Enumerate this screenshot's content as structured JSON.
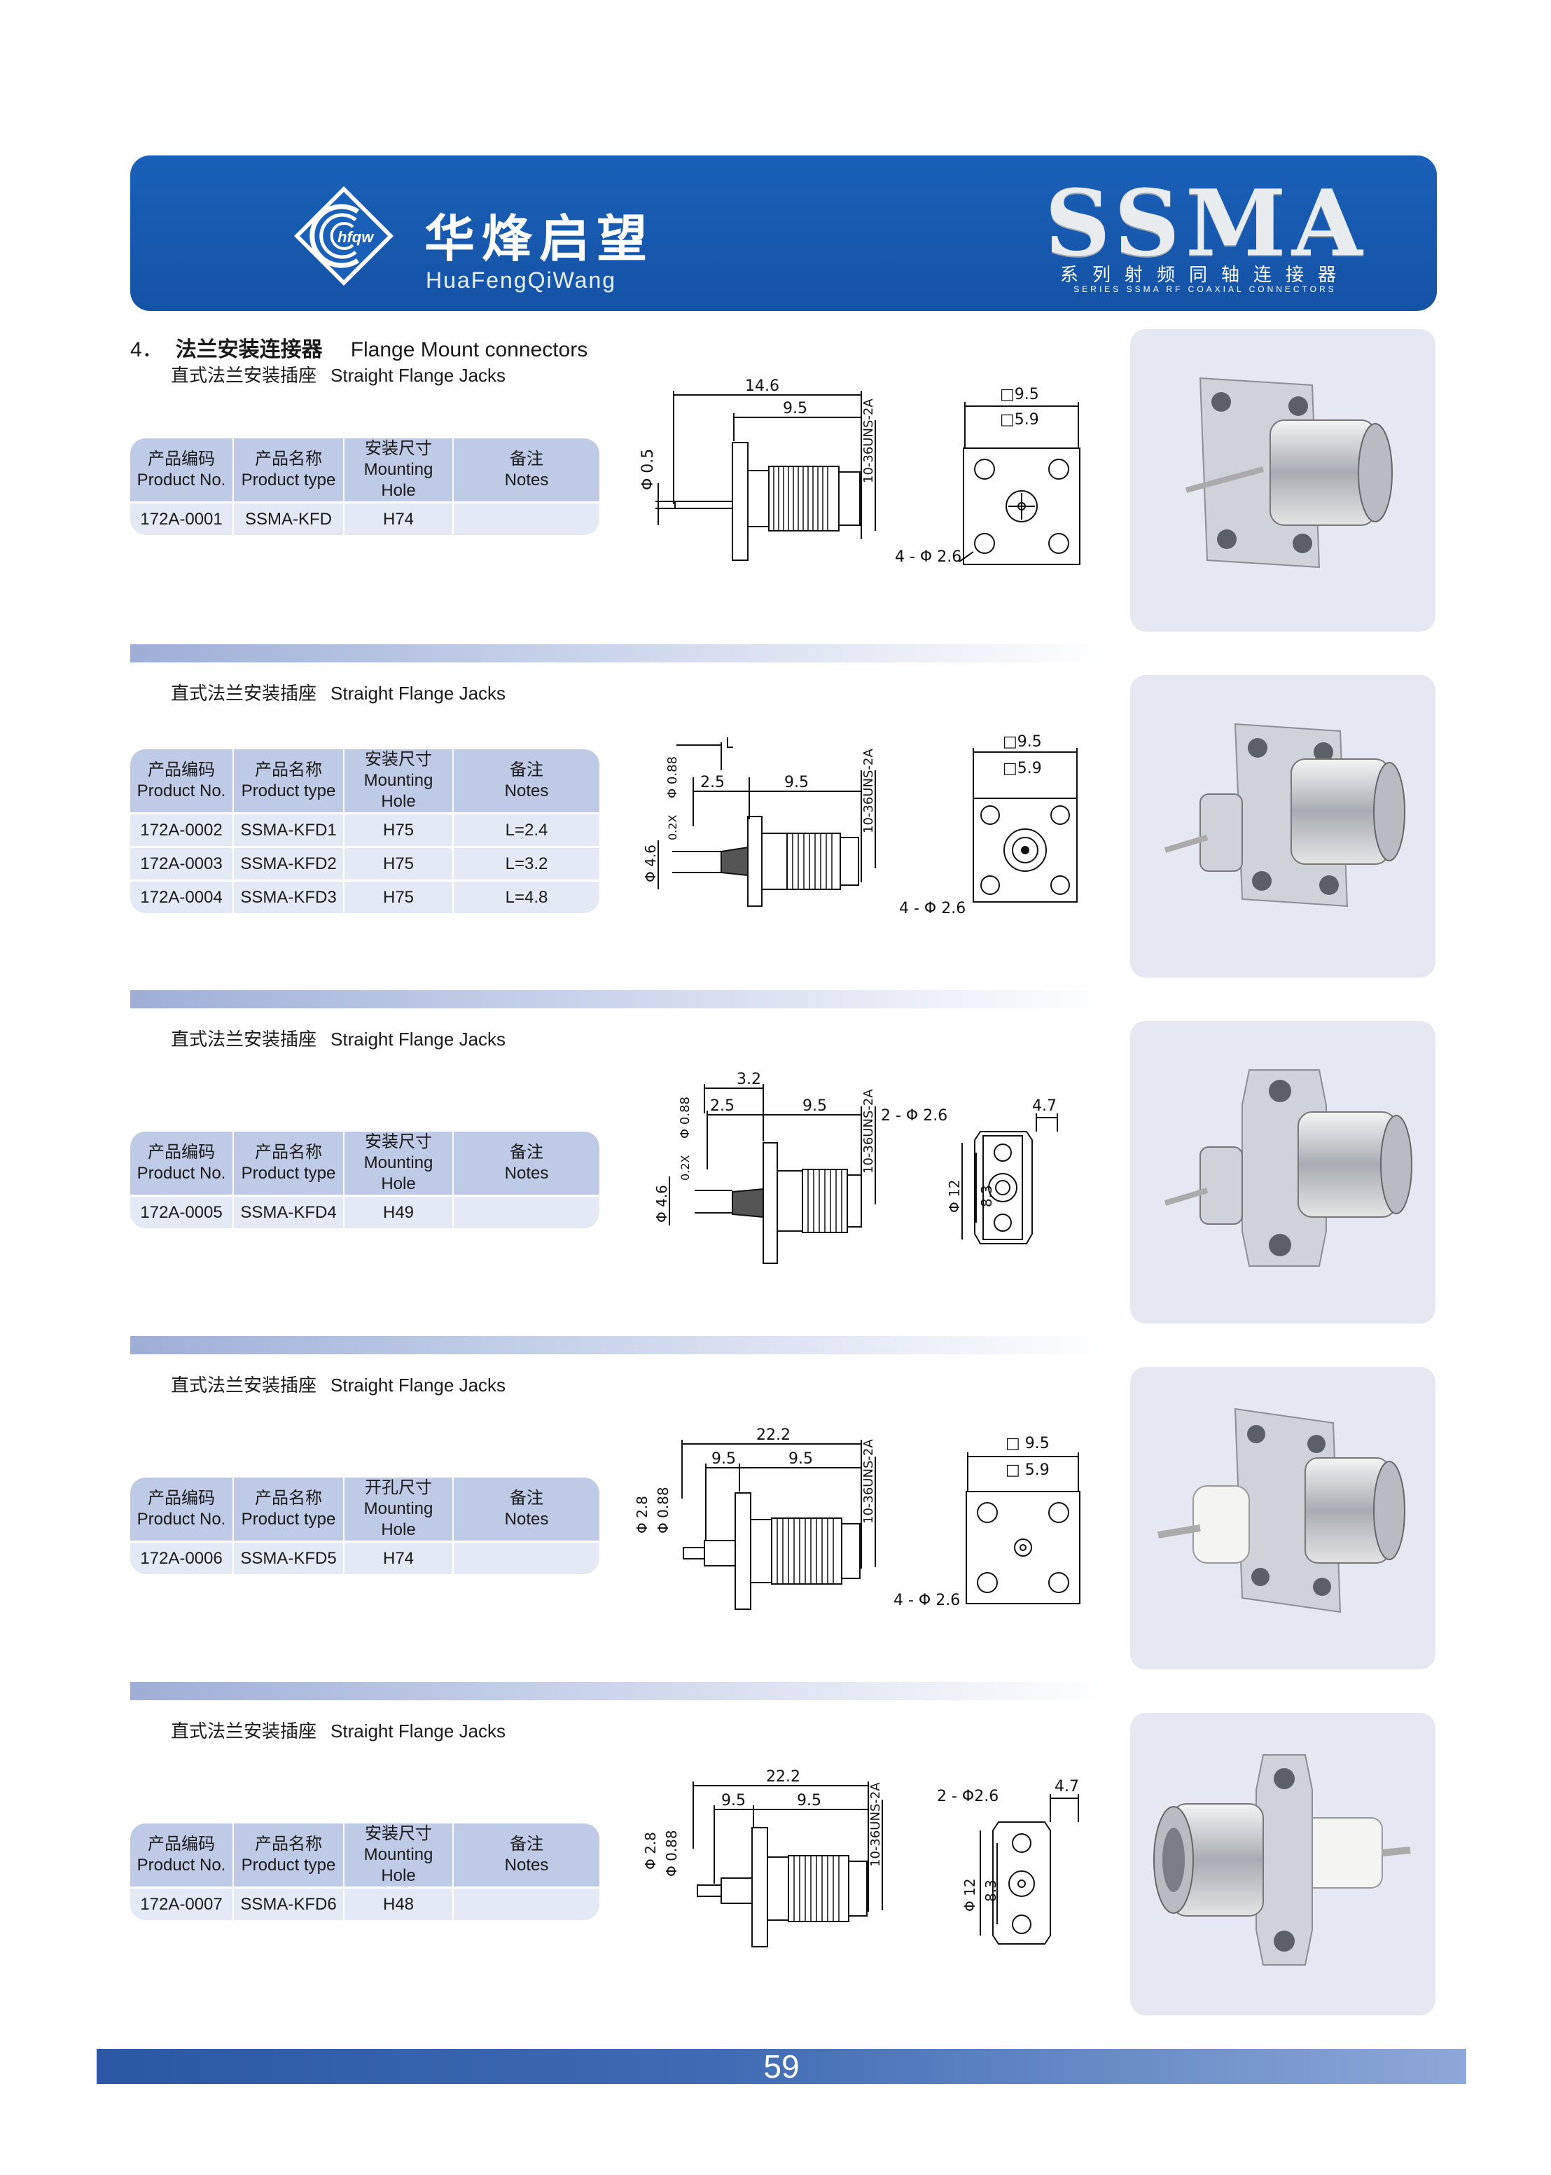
{
  "header": {
    "logo_text": "hfqw",
    "brand_cn": "华烽启望",
    "brand_en": "HuaFengQiWang",
    "series_title": "SSMA",
    "series_cn": "系列射频同轴连接器",
    "series_en": "SERIES SSMA RF COAXIAL CONNECTORS"
  },
  "section": {
    "number": "4．",
    "title_cn": "法兰安装连接器",
    "title_en": "Flange Mount connectors"
  },
  "blocks": [
    {
      "subtitle_cn": "直式法兰安装插座",
      "subtitle_en": "Straight Flange Jacks",
      "headers": [
        {
          "cn": "产品编码",
          "en": "Product No."
        },
        {
          "cn": "产品名称",
          "en": "Product type"
        },
        {
          "cn": "安装尺寸",
          "en": "Mounting Hole"
        },
        {
          "cn": "备注",
          "en": "Notes"
        }
      ],
      "rows": [
        [
          "172A-0001",
          "SSMA-KFD",
          "H74",
          ""
        ]
      ],
      "dims": {
        "d1": "14.6",
        "d2": "9.5",
        "d3": "Φ 0.5",
        "d4": "10-36UNS-2A",
        "d5": "□9.5",
        "d6": "□5.9",
        "d7": "4 - Φ 2.6"
      }
    },
    {
      "subtitle_cn": "直式法兰安装插座",
      "subtitle_en": "Straight Flange Jacks",
      "headers": [
        {
          "cn": "产品编码",
          "en": "Product No."
        },
        {
          "cn": "产品名称",
          "en": "Product type"
        },
        {
          "cn": "安装尺寸",
          "en": "Mounting Hole"
        },
        {
          "cn": "备注",
          "en": "Notes"
        }
      ],
      "rows": [
        [
          "172A-0002",
          "SSMA-KFD1",
          "H75",
          "L=2.4"
        ],
        [
          "172A-0003",
          "SSMA-KFD2",
          "H75",
          "L=3.2"
        ],
        [
          "172A-0004",
          "SSMA-KFD3",
          "H75",
          "L=4.8"
        ]
      ],
      "dims": {
        "d1": "L",
        "d2": "2.5",
        "d3": "9.5",
        "d4": "Φ 0.88",
        "d5": "0.2X",
        "d6": "Φ 4.6",
        "d7": "10-36UNS-2A",
        "d8": "□9.5",
        "d9": "□5.9",
        "d10": "4 - Φ 2.6"
      }
    },
    {
      "subtitle_cn": "直式法兰安装插座",
      "subtitle_en": "Straight Flange Jacks",
      "headers": [
        {
          "cn": "产品编码",
          "en": "Product No."
        },
        {
          "cn": "产品名称",
          "en": "Product type"
        },
        {
          "cn": "安装尺寸",
          "en": "Mounting Hole"
        },
        {
          "cn": "备注",
          "en": "Notes"
        }
      ],
      "rows": [
        [
          "172A-0005",
          "SSMA-KFD4",
          "H49",
          ""
        ]
      ],
      "dims": {
        "d1": "3.2",
        "d2": "2.5",
        "d3": "9.5",
        "d4": "Φ 0.88",
        "d5": "0.2X",
        "d6": "Φ 4.6",
        "d7": "10-36UNS-2A",
        "d8": "2 - Φ 2.6",
        "d9": "4.7",
        "d10": "Φ 12",
        "d11": "8.3"
      }
    },
    {
      "subtitle_cn": "直式法兰安装插座",
      "subtitle_en": "Straight Flange Jacks",
      "headers": [
        {
          "cn": "产品编码",
          "en": "Product No."
        },
        {
          "cn": "产品名称",
          "en": "Product type"
        },
        {
          "cn": "开孔尺寸",
          "en": "Mounting Hole"
        },
        {
          "cn": "备注",
          "en": "Notes"
        }
      ],
      "rows": [
        [
          "172A-0006",
          "SSMA-KFD5",
          "H74",
          ""
        ]
      ],
      "dims": {
        "d1": "22.2",
        "d2": "9.5",
        "d3": "9.5",
        "d4": "Φ 2.8",
        "d5": "Φ 0.88",
        "d6": "10-36UNS-2A",
        "d7": "□ 9.5",
        "d8": "□ 5.9",
        "d9": "4 - Φ 2.6"
      }
    },
    {
      "subtitle_cn": "直式法兰安装插座",
      "subtitle_en": "Straight Flange Jacks",
      "headers": [
        {
          "cn": "产品编码",
          "en": "Product No."
        },
        {
          "cn": "产品名称",
          "en": "Product type"
        },
        {
          "cn": "安装尺寸",
          "en": "Mounting Hole"
        },
        {
          "cn": "备注",
          "en": "Notes"
        }
      ],
      "rows": [
        [
          "172A-0007",
          "SSMA-KFD6",
          "H48",
          ""
        ]
      ],
      "dims": {
        "d1": "22.2",
        "d2": "9.5",
        "d3": "9.5",
        "d4": "Φ 2.8",
        "d5": "Φ 0.88",
        "d6": "10-36UNS-2A",
        "d7": "2 - Φ2.6",
        "d8": "4.7",
        "d9": "Φ 12",
        "d10": "8.3"
      }
    }
  ],
  "footer": {
    "page_number": "59"
  }
}
